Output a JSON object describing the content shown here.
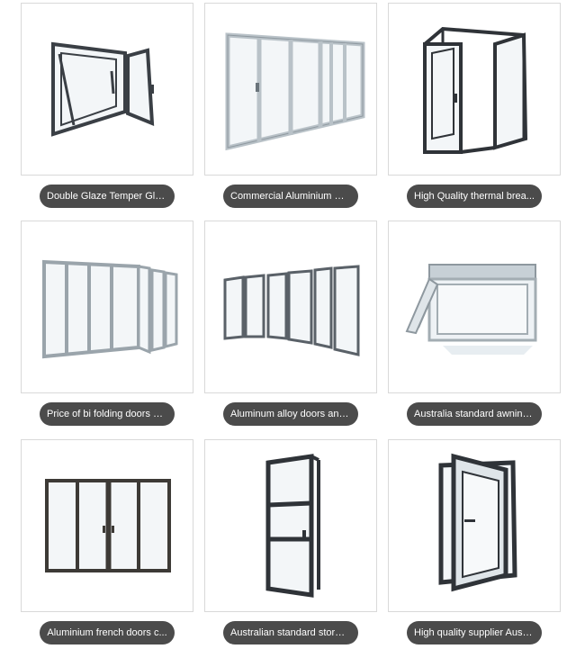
{
  "colors": {
    "card_border": "#d9d9d9",
    "pill_bg": "#4b4b4b",
    "pill_text": "#ffffff",
    "frame_dark": "#3a3f45",
    "frame_silver": "#b9c2c8",
    "glass": "#f3f6f8"
  },
  "products": [
    {
      "caption": "Double Glaze Temper Gla...",
      "image_icon": "tilt-turn-window-icon"
    },
    {
      "caption": "Commercial Aluminium wi...",
      "image_icon": "sliding-window-icon"
    },
    {
      "caption": "High Quality thermal brea...",
      "image_icon": "casement-door-icon"
    },
    {
      "caption": "Price of bi folding doors m...",
      "image_icon": "bifold-door-silver-icon"
    },
    {
      "caption": "Aluminum alloy doors and...",
      "image_icon": "bifold-door-grey-icon"
    },
    {
      "caption": "Australia standard awning...",
      "image_icon": "awning-window-icon"
    },
    {
      "caption": "Aluminium french doors c...",
      "image_icon": "french-door-icon"
    },
    {
      "caption": "Australian standard storm ...",
      "image_icon": "storm-door-icon"
    },
    {
      "caption": "High quality supplier Austr...",
      "image_icon": "casement-window-icon"
    }
  ]
}
